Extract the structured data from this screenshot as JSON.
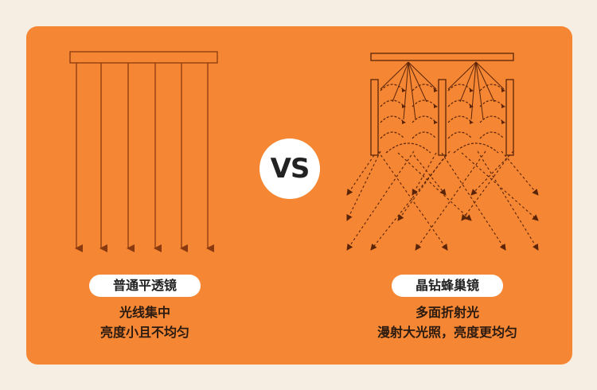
{
  "colors": {
    "background": "#f6ede3",
    "card": "#f58633",
    "line": "#8a3a10",
    "badge": "#ffffff"
  },
  "vs_label": "VS",
  "left": {
    "title": "普通平透镜",
    "desc_line1": "光线集中",
    "desc_line2": "亮度小且不均匀"
  },
  "right": {
    "title": "晶钻蜂巢镜",
    "desc_line1": "多面折射光",
    "desc_line2": "漫射大光照，亮度更均匀"
  }
}
